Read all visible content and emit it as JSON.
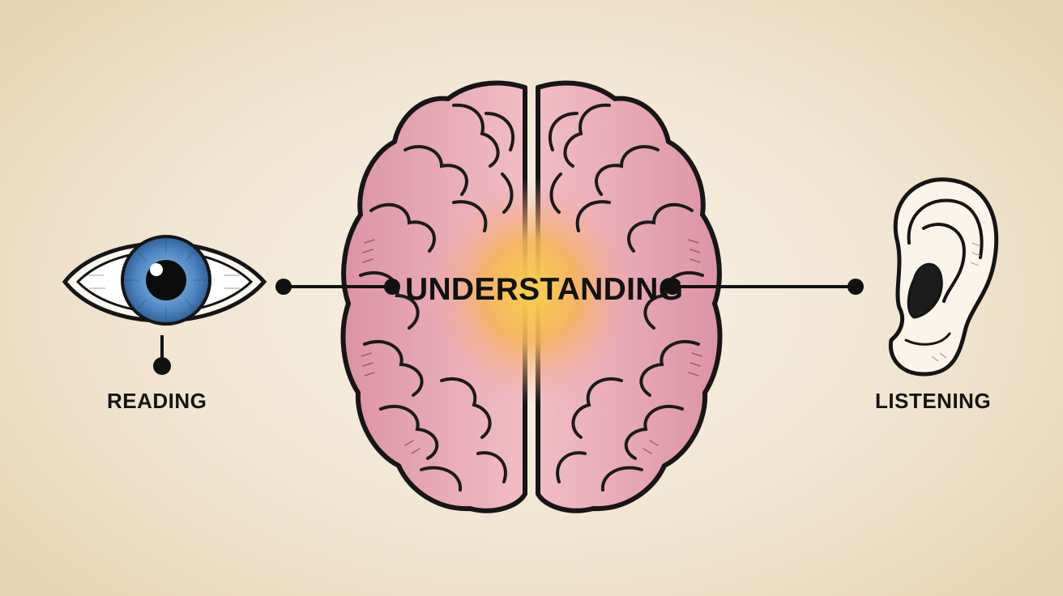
{
  "labels": {
    "center": "UNDERSTANDING",
    "left": "READING",
    "right": "LISTENING"
  },
  "icons": {
    "left": "eye-icon",
    "center": "brain-icon",
    "right": "ear-icon"
  },
  "colors": {
    "background": "#f2e6d3",
    "brain_pink": "#e7a3b1",
    "brain_glow": "#f8c94a",
    "iris_blue": "#5a8fc4",
    "ink": "#111111"
  }
}
